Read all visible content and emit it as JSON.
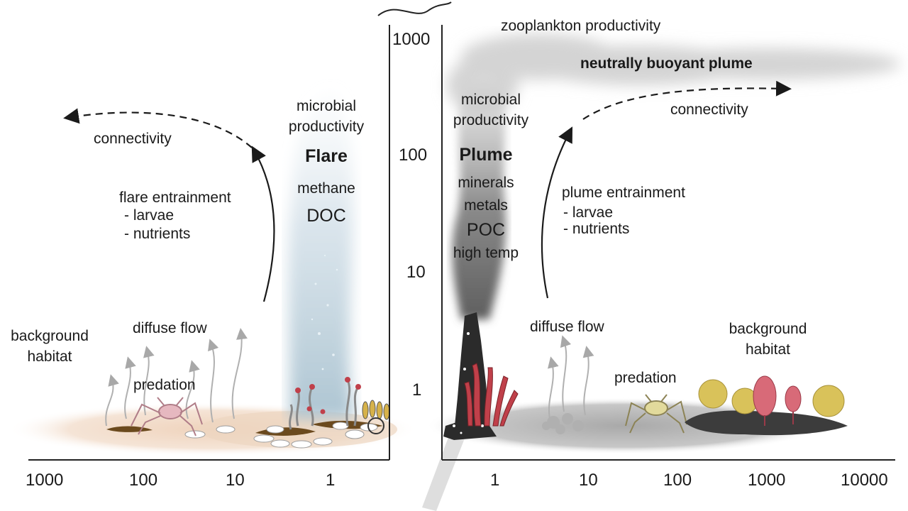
{
  "left_panel": {
    "connectivity": "connectivity",
    "entrainment_title": "flare entrainment",
    "entrainment_items": [
      "- larvae",
      "- nutrients"
    ],
    "microbial": [
      "microbial",
      "productivity"
    ],
    "flare_title": "Flare",
    "flare_items": [
      "methane",
      "DOC"
    ],
    "background_habitat": [
      "background",
      "habitat"
    ],
    "diffuse_flow": "diffuse flow",
    "predation": "predation"
  },
  "right_panel": {
    "zooplankton": "zooplankton productivity",
    "neutrally_buoyant": "neutrally buoyant plume",
    "connectivity": "connectivity",
    "microbial": [
      "microbial",
      "productivity"
    ],
    "plume_title": "Plume",
    "plume_items": [
      "minerals",
      "metals",
      "POC",
      "high temp"
    ],
    "entrainment_title": "plume entrainment",
    "entrainment_items": [
      "- larvae",
      "- nutrients"
    ],
    "diffuse_flow": "diffuse flow",
    "background_habitat": [
      "background",
      "habitat"
    ],
    "predation": "predation"
  },
  "vertical_axis": {
    "ticks": [
      "1000",
      "100",
      "10",
      "1"
    ]
  },
  "left_axis": {
    "ticks": [
      "1000",
      "100",
      "10",
      "1"
    ]
  },
  "right_axis": {
    "ticks": [
      "1",
      "10",
      "100",
      "1000",
      "10000"
    ]
  },
  "colors": {
    "flare_plume": "#b9cdd8",
    "black_plume": "#7a7a7a",
    "left_seafloor": "#f2dcc9",
    "right_seafloor": "#b8b8b8",
    "tubeworm_red": "#c0404a",
    "coral_yellow": "#d9c25a",
    "crab_pink": "#c88f9a"
  }
}
